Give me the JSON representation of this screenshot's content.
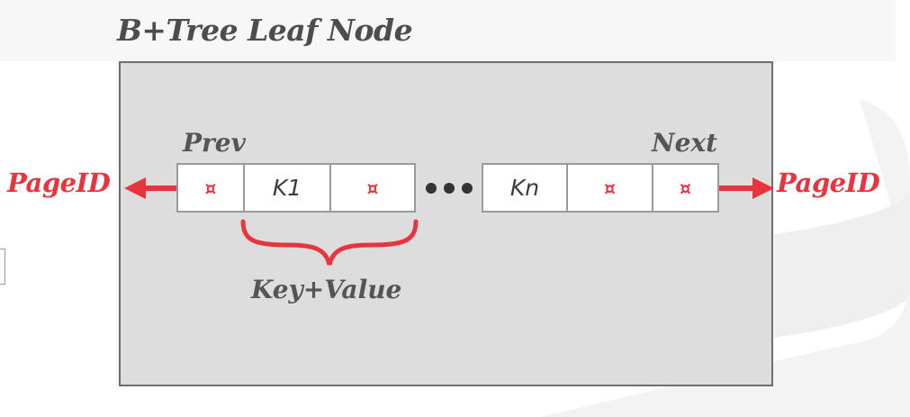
{
  "title": "B+Tree Leaf Node",
  "labels": {
    "prev": "Prev",
    "next": "Next",
    "key_value": "Key+Value",
    "left_pageid": "PageID",
    "right_pageid": "PageID"
  },
  "cells": [
    {
      "kind": "pointer",
      "text": "¤"
    },
    {
      "kind": "key",
      "text": "K1"
    },
    {
      "kind": "pointer",
      "text": "¤"
    },
    {
      "kind": "key",
      "text": "Kn"
    },
    {
      "kind": "pointer",
      "text": "¤"
    },
    {
      "kind": "pointer",
      "text": "¤"
    }
  ],
  "colors": {
    "accent": "#e8343c",
    "node_fill": "#dddddd",
    "node_border": "#6e6e6e",
    "text_gray": "#555555"
  }
}
